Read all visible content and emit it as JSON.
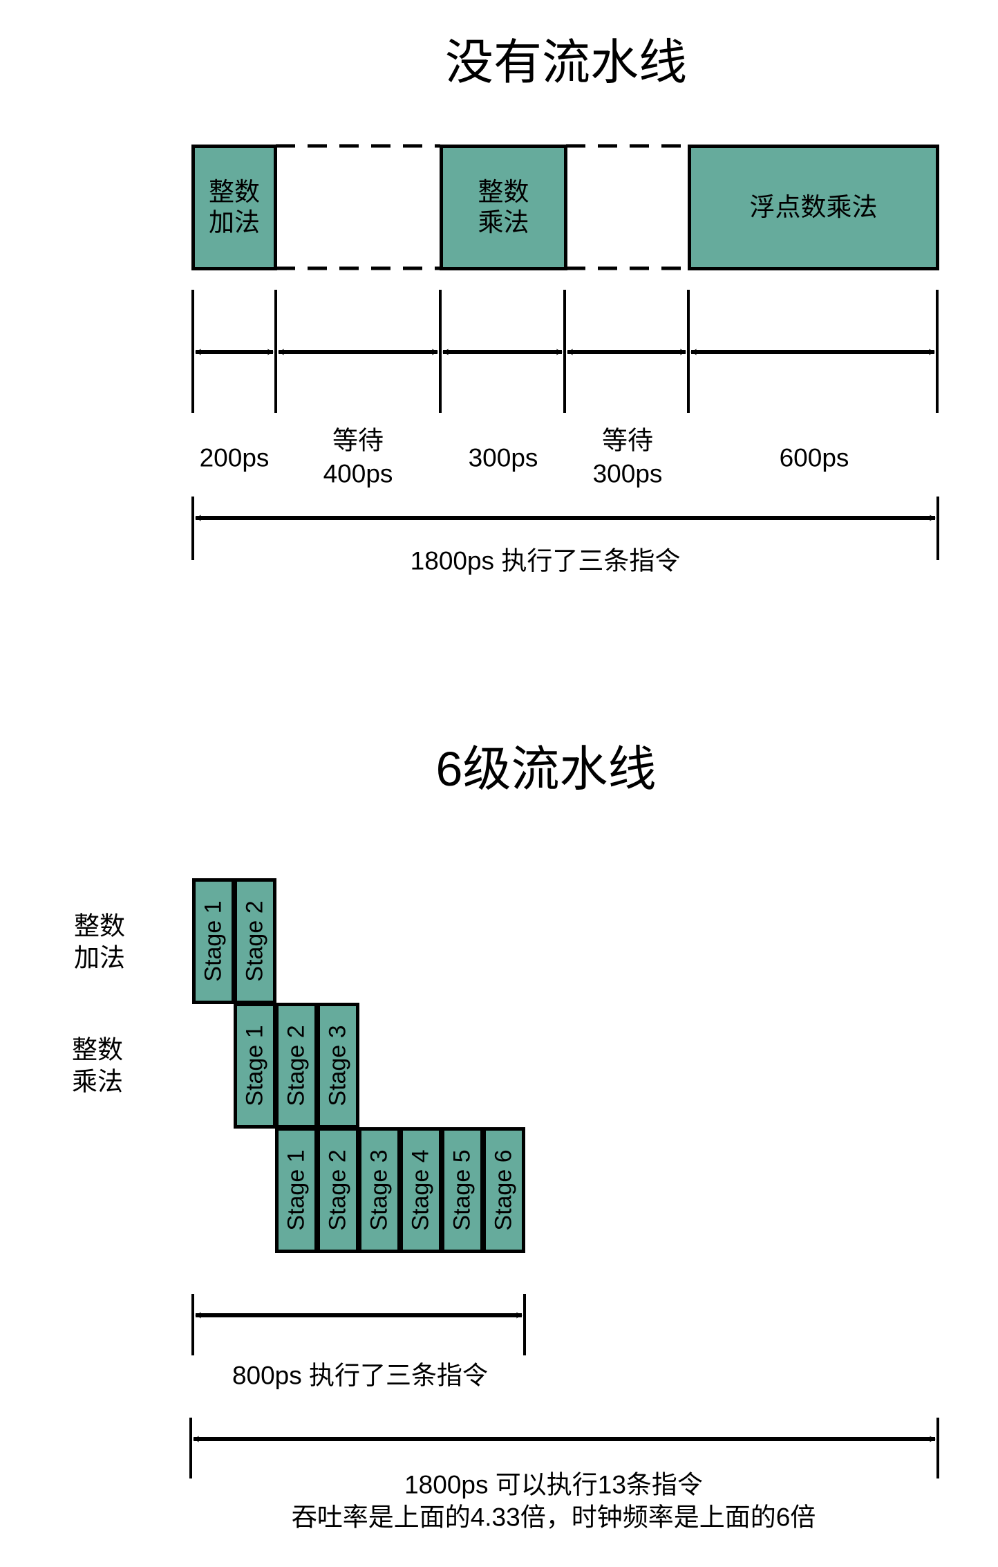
{
  "sequential": {
    "title": "没有流水线",
    "blocks": [
      {
        "label": "整数\n加法",
        "line1": "整数",
        "line2": "加法"
      },
      {
        "label": "整数\n乘法",
        "line1": "整数",
        "line2": "乘法"
      },
      {
        "label": "浮点数乘法"
      }
    ],
    "segments": [
      {
        "line1": "",
        "line2": "200ps"
      },
      {
        "line1": "等待",
        "line2": "400ps"
      },
      {
        "line1": "",
        "line2": "300ps"
      },
      {
        "line1": "等待",
        "line2": "300ps"
      },
      {
        "line1": "",
        "line2": "600ps"
      }
    ],
    "total": "1800ps 执行了三条指令"
  },
  "pipeline": {
    "title": "6级流水线",
    "rows": [
      {
        "label1": "整数",
        "label2": "加法",
        "stages": [
          "Stage 1",
          "Stage 2"
        ]
      },
      {
        "label1": "整数",
        "label2": "乘法",
        "stages": [
          "Stage 1",
          "Stage 2",
          "Stage 3"
        ]
      },
      {
        "label1": "",
        "label2": "",
        "stages": [
          "Stage 1",
          "Stage 2",
          "Stage 3",
          "Stage 4",
          "Stage 5",
          "Stage 6"
        ]
      }
    ],
    "span_label": "800ps 执行了三条指令",
    "total_line1": "1800ps 可以执行13条指令",
    "total_line2": "吞吐率是上面的4.33倍，时钟频率是上面的6倍"
  },
  "colors": {
    "block_fill": "#66ab9c",
    "stroke": "#000000"
  }
}
